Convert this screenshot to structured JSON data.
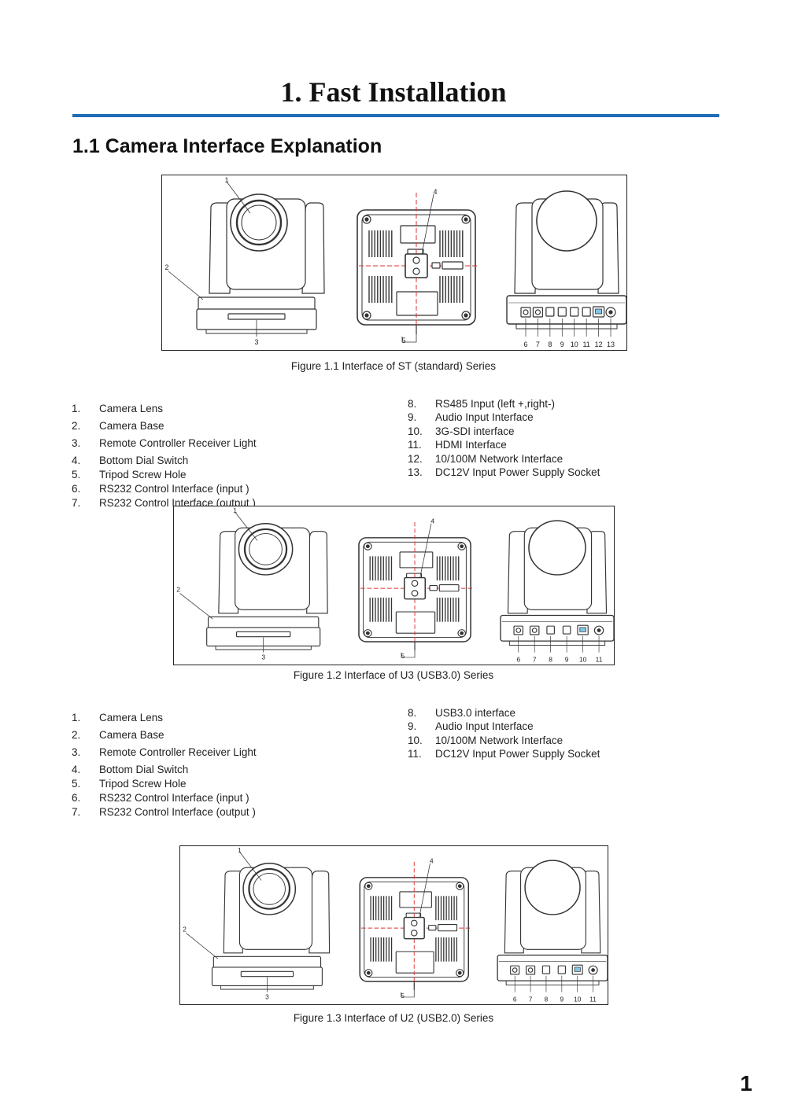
{
  "page": {
    "title": "1. Fast Installation",
    "section_title": "1.1 Camera Interface Explanation",
    "page_number": "1"
  },
  "figures": [
    {
      "caption": "Figure 1.1 Interface of ST (standard) Series",
      "callouts": {
        "lens": "1",
        "base": "2",
        "light": "3",
        "dial": "4",
        "tripod": "5"
      },
      "port_labels": [
        "6",
        "7",
        "8",
        "9",
        "10",
        "11",
        "12",
        "13"
      ],
      "list_left": [
        {
          "n": "1.",
          "text": "Camera Lens"
        },
        {
          "n": "2.",
          "text": "Camera Base"
        },
        {
          "n": "3.",
          "text": "Remote Controller Receiver Light"
        },
        {
          "n": "4.",
          "text": "Bottom Dial Switch"
        },
        {
          "n": "5.",
          "text": "Tripod Screw Hole"
        },
        {
          "n": "6.",
          "text": "RS232 Control Interface (input )"
        },
        {
          "n": "7.",
          "text": "RS232 Control Interface (output )"
        }
      ],
      "list_right": [
        {
          "n": "8.",
          "text": "RS485 Input (left +,right-)"
        },
        {
          "n": "9.",
          "text": "Audio Input Interface"
        },
        {
          "n": "10.",
          "text": "3G-SDI interface"
        },
        {
          "n": "11.",
          "text": "HDMI Interface"
        },
        {
          "n": "12.",
          "text": "10/100M Network Interface"
        },
        {
          "n": "13.",
          "text": "DC12V Input Power Supply Socket"
        }
      ]
    },
    {
      "caption": "Figure 1.2 Interface of U3 (USB3.0) Series",
      "callouts": {
        "lens": "1",
        "base": "2",
        "light": "3",
        "dial": "4",
        "tripod": "5"
      },
      "port_labels": [
        "6",
        "7",
        "8",
        "9",
        "10",
        "11"
      ],
      "list_left": [
        {
          "n": "1.",
          "text": "Camera Lens"
        },
        {
          "n": "2.",
          "text": "Camera Base"
        },
        {
          "n": "3.",
          "text": "Remote Controller Receiver Light"
        },
        {
          "n": "4.",
          "text": "Bottom Dial Switch"
        },
        {
          "n": "5.",
          "text": "Tripod Screw Hole"
        },
        {
          "n": "6.",
          "text": "RS232 Control Interface (input )"
        },
        {
          "n": "7.",
          "text": "RS232 Control Interface (output )"
        }
      ],
      "list_right": [
        {
          "n": "8.",
          "text": "USB3.0 interface"
        },
        {
          "n": "9.",
          "text": "Audio Input Interface"
        },
        {
          "n": "10.",
          "text": "10/100M Network Interface"
        },
        {
          "n": "11.",
          "text": "DC12V Input Power Supply Socket"
        }
      ]
    },
    {
      "caption": "Figure 1.3 Interface of U2 (USB2.0) Series",
      "callouts": {
        "lens": "1",
        "base": "2",
        "light": "3",
        "dial": "4",
        "tripod": "5"
      },
      "port_labels": [
        "6",
        "7",
        "8",
        "9",
        "10",
        "11"
      ]
    }
  ]
}
